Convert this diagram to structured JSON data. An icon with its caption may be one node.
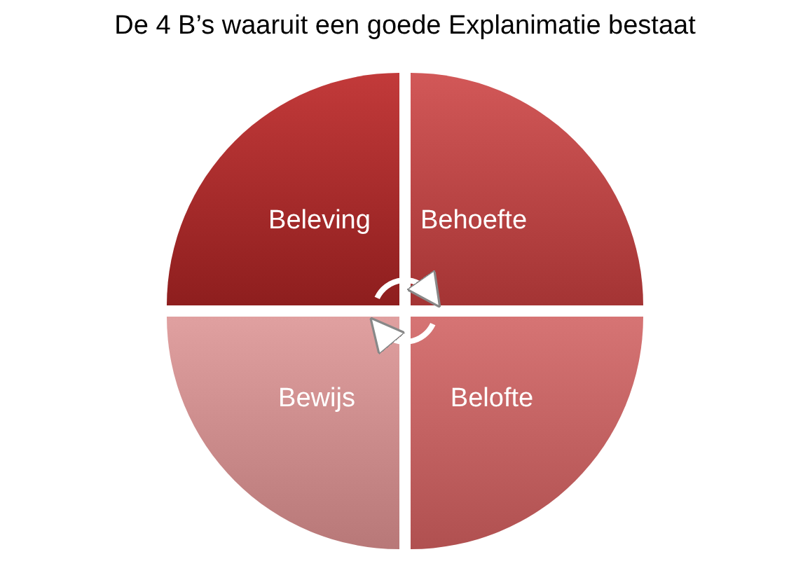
{
  "diagram": {
    "title": "De 4 B’s waaruit een goede Explanimatie bestaat",
    "nodes": [
      {
        "text": [
          "Beleving"
        ]
      },
      {
        "text": [
          "Behoefte"
        ]
      },
      {
        "text": [
          "Bewijs"
        ]
      },
      {
        "text": [
          "Belofte"
        ]
      }
    ],
    "edges": [
      {
        "from": 0,
        "to": 1,
        "arrow": "to"
      },
      {
        "from": 3,
        "to": 2,
        "arrow": "to"
      }
    ]
  }
}
